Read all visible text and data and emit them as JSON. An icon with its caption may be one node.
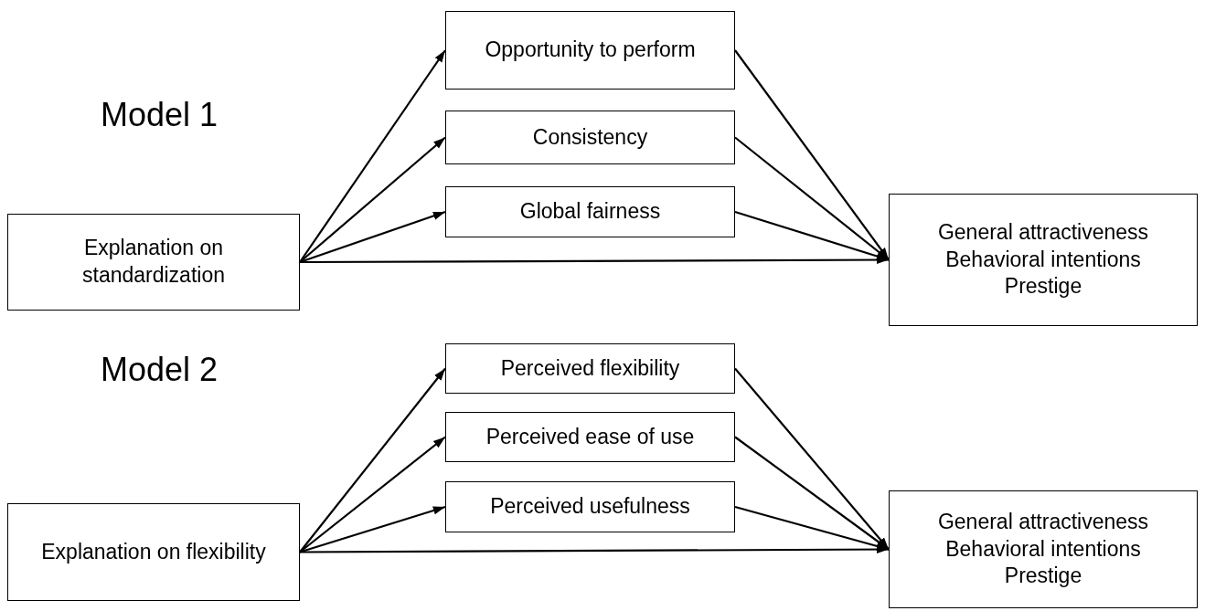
{
  "diagram": {
    "nodes": [
      {
        "text": [
          "Opportunity to perform"
        ]
      },
      {
        "text": [
          "Consistency"
        ]
      },
      {
        "text": [
          "Global fairness"
        ]
      },
      {
        "text": [
          "Explanation on standardization"
        ]
      },
      {
        "text": [
          "General attractiveness",
          "Behavioral intentions",
          "Prestige"
        ]
      },
      {
        "text": [
          "Perceived flexibility"
        ]
      },
      {
        "text": [
          "Perceived ease of use"
        ]
      },
      {
        "text": [
          "Perceived usefulness"
        ]
      },
      {
        "text": [
          "Explanation on flexibility"
        ]
      },
      {
        "text": [
          "General attractiveness",
          "Behavioral intentions",
          "Prestige"
        ]
      }
    ],
    "edges": [
      {
        "from": 3,
        "to": 0,
        "arrow": "to"
      },
      {
        "from": 3,
        "to": 1,
        "arrow": "to"
      },
      {
        "from": 3,
        "to": 2,
        "arrow": "to"
      },
      {
        "from": 3,
        "to": 4,
        "arrow": "to"
      },
      {
        "from": 0,
        "to": 4,
        "arrow": "to"
      },
      {
        "from": 1,
        "to": 4,
        "arrow": "to"
      },
      {
        "from": 2,
        "to": 4,
        "arrow": "to"
      },
      {
        "from": 8,
        "to": 5,
        "arrow": "to"
      },
      {
        "from": 8,
        "to": 6,
        "arrow": "to"
      },
      {
        "from": 8,
        "to": 7,
        "arrow": "to"
      },
      {
        "from": 8,
        "to": 9,
        "arrow": "to"
      },
      {
        "from": 5,
        "to": 9,
        "arrow": "to"
      },
      {
        "from": 6,
        "to": 9,
        "arrow": "to"
      },
      {
        "from": 7,
        "to": 9,
        "arrow": "to"
      }
    ],
    "labels": [
      "Model 1",
      "Model 2"
    ]
  }
}
